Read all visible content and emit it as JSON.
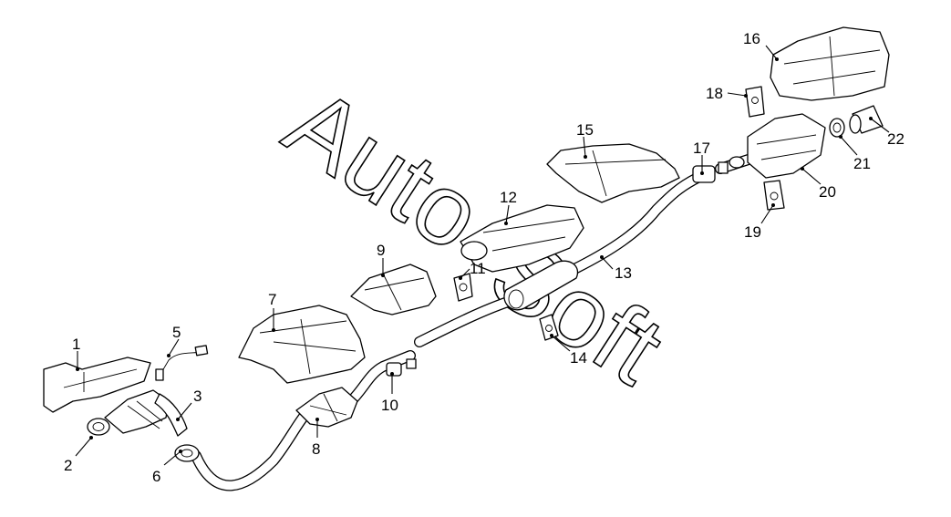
{
  "watermark": {
    "line1": "Auto",
    "line2": "Soft"
  },
  "callouts": [
    "1",
    "2",
    "3",
    "5",
    "6",
    "7",
    "8",
    "9",
    "10",
    "11",
    "12",
    "13",
    "14",
    "15",
    "16",
    "17",
    "18",
    "19",
    "20",
    "21",
    "22"
  ]
}
